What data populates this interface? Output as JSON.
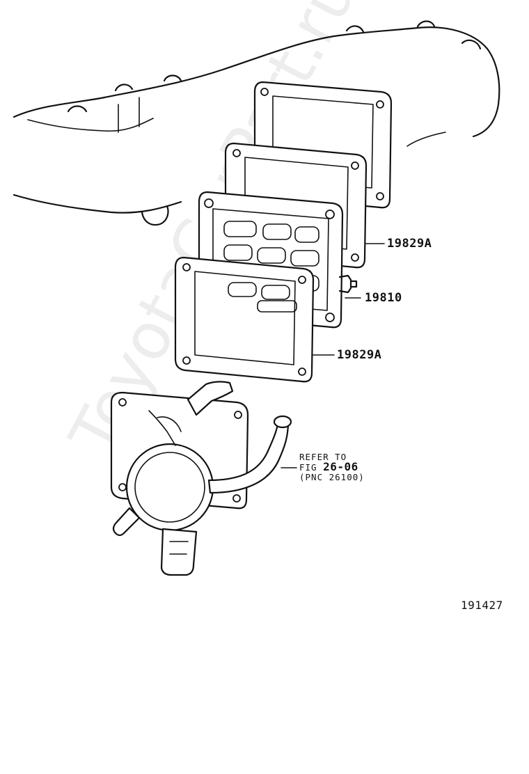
{
  "watermark": "ToyotaCarPart.ru",
  "callouts": {
    "gasket_upper": "19829A",
    "main_part": "19810",
    "gasket_lower": "19829A"
  },
  "reference": {
    "line1": "REFER TO",
    "line2_prefix": "FIG",
    "fig_number": "26-06",
    "line3": "(PNC 26100)"
  },
  "illustration_number": "191427"
}
